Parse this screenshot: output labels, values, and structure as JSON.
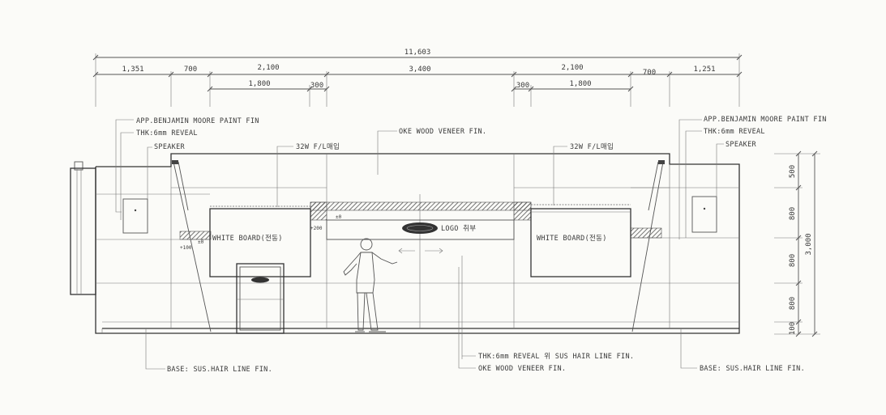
{
  "dimensions": {
    "overall": "11,603",
    "top_row": [
      "1,351",
      "700",
      "2,100",
      "3,400",
      "2,100",
      "700",
      "1,251"
    ],
    "second_row": [
      "1,800",
      "300",
      "300",
      "1,800"
    ],
    "vertical": [
      "500",
      "800",
      "800",
      "800",
      "100"
    ],
    "height_total": "3,000"
  },
  "labels": {
    "left_paint": "APP.BENJAMIN MOORE PAINT FIN",
    "left_reveal": "THK:6mm REVEAL",
    "left_speaker": "SPEAKER",
    "left_lighting": "32W F/L매입",
    "center_veneer": "OKE WOOD VENEER FIN.",
    "right_lighting": "32W F/L매입",
    "right_paint": "APP.BENJAMIN MOORE PAINT FIN",
    "right_reveal": "THK:6mm REVEAL",
    "right_speaker": "SPEAKER",
    "left_board": "WHITE BOARD(전동)",
    "right_board": "WHITE BOARD(전동)",
    "logo": "LOGO 취부",
    "bottom_left_base": "BASE: SUS.HAIR LINE FIN.",
    "bottom_reveal": "THK:6mm REVEAL 위 SUS HAIR LINE FIN.",
    "bottom_veneer": "OKE WOOD VENEER FIN.",
    "bottom_right_base": "BASE: SUS.HAIR LINE FIN."
  },
  "small_marks": {
    "left_m100": "+100",
    "left_m0": "±0",
    "center_m200": "+200",
    "center_m0": "±0"
  }
}
